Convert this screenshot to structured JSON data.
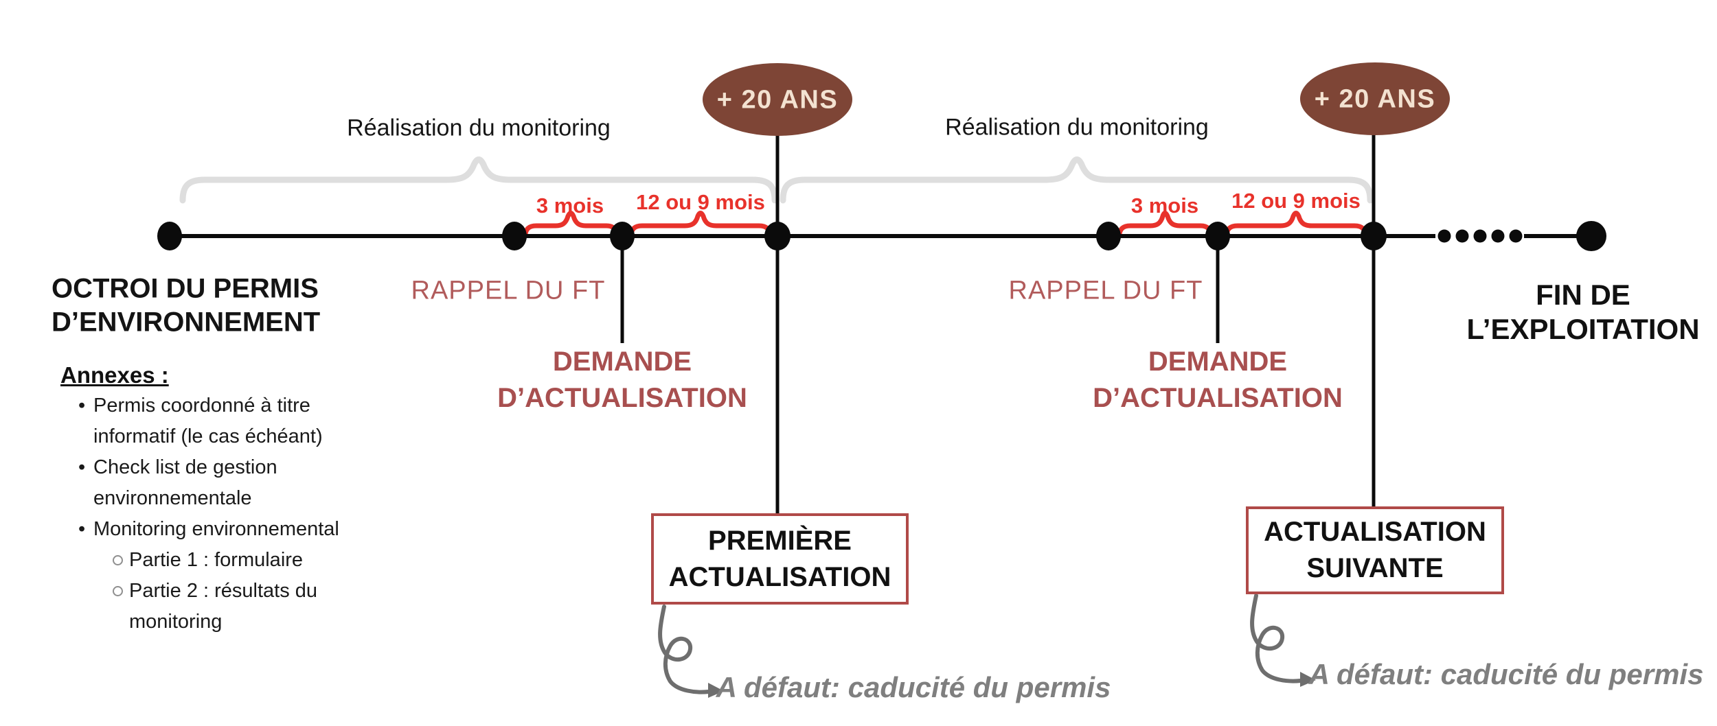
{
  "colors": {
    "accent_red": "#e8322b",
    "brick_dark": "#a84f4f",
    "brick_light": "#b15b5b",
    "oval_brown": "#7e4536",
    "oval_text": "#f3e2d1",
    "gray_brace": "#dedede",
    "gray_note": "#7f7f7f",
    "box_border": "#b04a48",
    "timeline_black": "#0b0b0b"
  },
  "start": {
    "title_line1": "OCTROI DU PERMIS",
    "title_line2": "D’ENVIRONNEMENT"
  },
  "annexes": {
    "heading": "Annexes :",
    "bullet1_line1": "Permis coordonné à titre",
    "bullet1_line2": "informatif (le cas échéant)",
    "bullet2_line1": "Check list de gestion",
    "bullet2_line2": "environnementale",
    "bullet3": "Monitoring environnemental",
    "sub1": "Partie 1 : formulaire",
    "sub2_line1": "Partie 2 : résultats du",
    "sub2_line2": "monitoring"
  },
  "monitoring": {
    "label1": "Réalisation du monitoring",
    "label2": "Réalisation du monitoring"
  },
  "badges": {
    "plus20_1": "+ 20 ANS",
    "plus20_2": "+ 20 ANS"
  },
  "cycle1": {
    "rappel": "RAPPEL DU FT",
    "three_months": "3 mois",
    "twelve_or_nine_months": "12 ou 9 mois",
    "demande_line1": "DEMANDE",
    "demande_line2": "D’ACTUALISATION",
    "box_line1": "PREMIÈRE",
    "box_line2": "ACTUALISATION",
    "fallback_note": "A défaut: caducité du permis"
  },
  "cycle2": {
    "rappel": "RAPPEL DU FT",
    "three_months": "3 mois",
    "twelve_or_nine_months": "12 ou 9 mois",
    "demande_line1": "DEMANDE",
    "demande_line2": "D’ACTUALISATION",
    "box_line1": "ACTUALISATION",
    "box_line2": "SUIVANTE",
    "fallback_note": "A défaut: caducité du permis"
  },
  "end": {
    "line1": "FIN DE",
    "line2": "L’EXPLOITATION"
  }
}
